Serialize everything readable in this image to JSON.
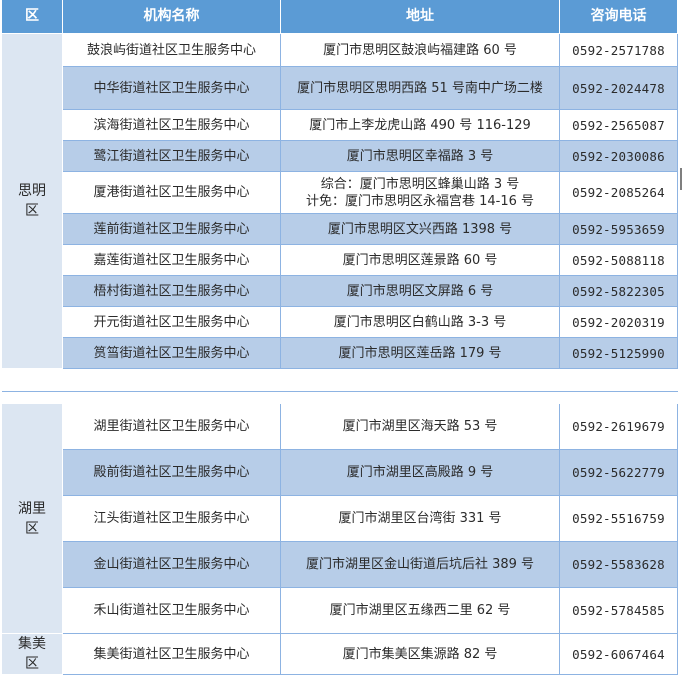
{
  "header": {
    "district": "区",
    "name": "机构名称",
    "address": "地址",
    "phone": "咨询电话"
  },
  "groups": [
    {
      "district": "思明区",
      "district_lines": [
        "思明",
        "区"
      ],
      "rows": [
        {
          "name": "鼓浪屿街道社区卫生服务中心",
          "address": "厦门市思明区鼓浪屿福建路 60 号",
          "phone": "0592-2571788"
        },
        {
          "name": "中华街道社区卫生服务中心",
          "address": "厦门市思明区思明西路 51 号南中广场二楼",
          "phone": "0592-2024478"
        },
        {
          "name": "滨海街道社区卫生服务中心",
          "address": "厦门市上李龙虎山路 490 号 116-129",
          "phone": "0592-2565087"
        },
        {
          "name": "鹭江街道社区卫生服务中心",
          "address": "厦门市思明区幸福路 3 号",
          "phone": "0592-2030086"
        },
        {
          "name": "厦港街道社区卫生服务中心",
          "address": "综合：厦门市思明区蜂巢山路 3 号\n计免：厦门市思明区永福宫巷 14-16 号",
          "phone": "0592-2085264"
        },
        {
          "name": "莲前街道社区卫生服务中心",
          "address": "厦门市思明区文兴西路 1398 号",
          "phone": "0592-5953659"
        },
        {
          "name": "嘉莲街道社区卫生服务中心",
          "address": "厦门市思明区莲景路 60 号",
          "phone": "0592-5088118"
        },
        {
          "name": "梧村街道社区卫生服务中心",
          "address": "厦门市思明区文屏路 6 号",
          "phone": "0592-5822305"
        },
        {
          "name": "开元街道社区卫生服务中心",
          "address": "厦门市思明区白鹤山路 3-3 号",
          "phone": "0592-2020319"
        },
        {
          "name": "筼筜街道社区卫生服务中心",
          "address": "厦门市思明区莲岳路 179 号",
          "phone": "0592-5125990"
        }
      ]
    },
    {
      "district": "湖里区",
      "district_lines": [
        "湖里",
        "区"
      ],
      "rows": [
        {
          "name": "湖里街道社区卫生服务中心",
          "address": "厦门市湖里区海天路 53 号",
          "phone": "0592-2619679"
        },
        {
          "name": "殿前街道社区卫生服务中心",
          "address": "厦门市湖里区高殿路 9 号",
          "phone": "0592-5622779"
        },
        {
          "name": "江头街道社区卫生服务中心",
          "address": "厦门市湖里区台湾街 331 号",
          "phone": "0592-5516759"
        },
        {
          "name": "金山街道社区卫生服务中心",
          "address": "厦门市湖里区金山街道后坑后社 389 号",
          "phone": "0592-5583628"
        },
        {
          "name": "禾山街道社区卫生服务中心",
          "address": "厦门市湖里区五缘西二里 62 号",
          "phone": "0592-5784585"
        }
      ]
    },
    {
      "district": "集美区",
      "district_lines": [
        "集美",
        "区"
      ],
      "rows": [
        {
          "name": "集美街道社区卫生服务中心",
          "address": "厦门市集美区集源路 82 号",
          "phone": "0592-6067464"
        }
      ]
    }
  ]
}
